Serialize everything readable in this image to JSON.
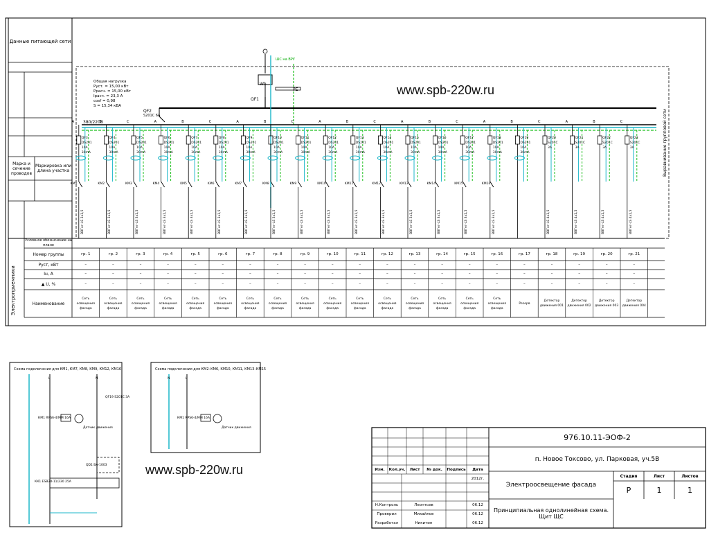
{
  "watermark_top": "www.spb-220w.ru",
  "watermark_bottom": "www.spb-220w.ru",
  "left_headers": {
    "supply": "Данные питающей сети",
    "marking": "Маркировка или длина участка",
    "grid_section": "Марка и сечение проводов"
  },
  "input": {
    "feed_label": "ШС на ВРУ",
    "meter": "Wh",
    "qf1": "QF1",
    "qf2": "QF2",
    "qf2_spec": "S201C 6A",
    "pe_bar": "PE",
    "n_bar": "N",
    "voltage": "380/220В",
    "load_lines": [
      "Общая нагрузка",
      "Руст. = 15,00 кВт",
      "Ррасч. = 15,00 кВт",
      "Iрасч. = 23,3 А",
      "cosf = 0,98",
      "S = 15,34 кВА"
    ],
    "right_note": "Выравнивание групповой сети"
  },
  "groups": [
    {
      "group": "гр. 1",
      "breaker": "QF3",
      "dev": "DS201",
      "rating": "10A",
      "rcd": "30mA",
      "relay": "KM1",
      "phase": "A",
      "cable": "ВВГнг-LS 3х1,5",
      "name": "Сеть освещения фасада"
    },
    {
      "group": "гр. 2",
      "breaker": "QF4",
      "dev": "DS201",
      "rating": "10A",
      "rcd": "30mA",
      "relay": "KM2",
      "phase": "B",
      "cable": "ВВГнг-LS 3х1,5",
      "name": "Сеть освещения фасада"
    },
    {
      "group": "гр. 3",
      "breaker": "QF5",
      "dev": "DS201",
      "rating": "10A",
      "rcd": "30mA",
      "relay": "KM3",
      "phase": "C",
      "cable": "ВВГнг-LS 3х1,5",
      "name": "Сеть освещения фасада"
    },
    {
      "group": "гр. 4",
      "breaker": "QF6",
      "dev": "DS201",
      "rating": "10A",
      "rcd": "30mA",
      "relay": "KM4",
      "phase": "A",
      "cable": "ВВГнг-LS 3х1,5",
      "name": "Сеть освещения фасада"
    },
    {
      "group": "гр. 5",
      "breaker": "QF7",
      "dev": "DS201",
      "rating": "10A",
      "rcd": "30mA",
      "relay": "KM5",
      "phase": "B",
      "cable": "ВВГнг-LS 3х1,5",
      "name": "Сеть освещения фасада"
    },
    {
      "group": "гр. 6",
      "breaker": "QF8",
      "dev": "DS201",
      "rating": "10A",
      "rcd": "30mA",
      "relay": "KM6",
      "phase": "C",
      "cable": "ВВГнг-LS 3х1,5",
      "name": "Сеть освещения фасада"
    },
    {
      "group": "гр. 7",
      "breaker": "QF9",
      "dev": "DS201",
      "rating": "10A",
      "rcd": "30mA",
      "relay": "KM7",
      "phase": "A",
      "cable": "ВВГнг-LS 3х1,5",
      "name": "Сеть освещения фасада"
    },
    {
      "group": "гр. 8",
      "breaker": "QF10",
      "dev": "DS201",
      "rating": "10A",
      "rcd": "30mA",
      "relay": "KM8",
      "phase": "B",
      "cable": "ВВГнг-LS 3х1,5",
      "name": "Сеть освещения фасада"
    },
    {
      "group": "гр. 9",
      "breaker": "QF11",
      "dev": "DS201",
      "rating": "10A",
      "rcd": "30mA",
      "relay": "KM9",
      "phase": "C",
      "cable": "ВВГнг-LS 3х1,5",
      "name": "Сеть освещения фасада"
    },
    {
      "group": "гр. 10",
      "breaker": "QF12",
      "dev": "DS201",
      "rating": "10A",
      "rcd": "30mA",
      "relay": "KM10",
      "phase": "A",
      "cable": "ВВГнг-LS 3х1,5",
      "name": "Сеть освещения фасада"
    },
    {
      "group": "гр. 11",
      "breaker": "QF13",
      "dev": "DS201",
      "rating": "10A",
      "rcd": "30mA",
      "relay": "KM11",
      "phase": "B",
      "cable": "ВВГнг-LS 3х1,5",
      "name": "Сеть освещения фасада"
    },
    {
      "group": "гр. 12",
      "breaker": "QF14",
      "dev": "DS201",
      "rating": "10A",
      "rcd": "30mA",
      "relay": "KM12",
      "phase": "C",
      "cable": "ВВГнг-LS 3х1,5",
      "name": "Сеть освещения фасада"
    },
    {
      "group": "гр. 13",
      "breaker": "QF15",
      "dev": "DS201",
      "rating": "10A",
      "rcd": "30mA",
      "relay": "KM13",
      "phase": "A",
      "cable": "ВВГнг-LS 3х1,5",
      "name": "Сеть освещения фасада"
    },
    {
      "group": "гр. 14",
      "breaker": "QF16",
      "dev": "DS201",
      "rating": "10A",
      "rcd": "30mA",
      "relay": "KM14",
      "phase": "B",
      "cable": "ВВГнг-LS 3х1,5",
      "name": "Сеть освещения фасада"
    },
    {
      "group": "гр. 15",
      "breaker": "QF17",
      "dev": "DS201",
      "rating": "10A",
      "rcd": "30mA",
      "relay": "KM15",
      "phase": "C",
      "cable": "ВВГнг-LS 3х1,5",
      "name": "Сеть освещения фасада"
    },
    {
      "group": "гр. 16",
      "breaker": "QF18",
      "dev": "DS201",
      "rating": "10A",
      "rcd": "30mA",
      "relay": "KM16",
      "phase": "A",
      "cable": "ВВГнг-LS 3х1,5",
      "name": "Сеть освещения фасада"
    },
    {
      "group": "гр. 17",
      "breaker": "QF19",
      "dev": "DS201",
      "rating": "10A",
      "rcd": "30mA",
      "relay": "",
      "phase": "B",
      "cable": "",
      "name": "Резерв"
    },
    {
      "group": "гр. 18",
      "breaker": "QF20",
      "dev": "S201C",
      "rating": "3A",
      "rcd": "",
      "relay": "",
      "phase": "C",
      "cable": "ВВГнг-LS 4х1,5",
      "name": "Детектор движения 001"
    },
    {
      "group": "гр. 19",
      "breaker": "QF21",
      "dev": "S201C",
      "rating": "3A",
      "rcd": "",
      "relay": "",
      "phase": "A",
      "cable": "ВВГнг-LS 4х1,5",
      "name": "Детектор движения 002"
    },
    {
      "group": "гр. 20",
      "breaker": "QF22",
      "dev": "S201C",
      "rating": "3A",
      "rcd": "",
      "relay": "",
      "phase": "B",
      "cable": "ВВГнг-LS 4х1,5",
      "name": "Детектор движения 003"
    },
    {
      "group": "гр. 21",
      "breaker": "QF23",
      "dev": "S201C",
      "rating": "3A",
      "rcd": "",
      "relay": "",
      "phase": "C",
      "cable": "ВВГнг-LS 4х1,5",
      "name": "Детектор движения 004"
    }
  ],
  "table": {
    "side_label": "Электроприемники",
    "header_note": "Условное обозначение на плане",
    "rows": [
      {
        "label": "Номер группы",
        "key": "group"
      },
      {
        "label": "Руст, кВт",
        "value": "–"
      },
      {
        "label": "Iн, А",
        "value": "–"
      },
      {
        "label": "▲ U, %",
        "value": "–"
      },
      {
        "label": "Наименование",
        "key": "name"
      }
    ]
  },
  "schemes": [
    {
      "title": "Схема подключения для КМ1, КМ7, КМ8, КМ9, КМ12, КМ16",
      "labels": [
        "L",
        "N",
        "QF19 S201C 3A",
        "КМ1 RPS6-4/MM 16A",
        "Датчик движения",
        "QD1 ВА-1003",
        "КК1 ESB20-11/230 25A"
      ]
    },
    {
      "title": "Схема подключения для КМ2–КМ6, КМ10, КМ11, КМ13–КМ15",
      "labels": [
        "L",
        "N",
        "КМ1 RPS6-4/MM 16A",
        "Датчик движения"
      ]
    }
  ],
  "title_block": {
    "doc_code": "976.10.11-ЭОФ-2",
    "address": "п. Новое Токсово, ул. Парковая, уч.5В",
    "project": "Электроосвещение фасада",
    "sheet_title": "Принципиальная однолинейная схема. Щит ЩС",
    "col_headers": [
      "Изм.",
      "Кол.уч.",
      "Лист",
      "№ док.",
      "Подпись",
      "Дата"
    ],
    "date_main": "2012г.",
    "stage_header": "Стадия",
    "sheet_header": "Лист",
    "sheets_header": "Листов",
    "stage": "Р",
    "sheet": "1",
    "sheets": "1",
    "signers": [
      {
        "role": "Н.Контроль",
        "name": "Леонтьев",
        "date": "06.12"
      },
      {
        "role": "Проверил",
        "name": "Михайлов",
        "date": "06.12"
      },
      {
        "role": "Разработал",
        "name": "Никитин",
        "date": "06.12"
      }
    ]
  }
}
